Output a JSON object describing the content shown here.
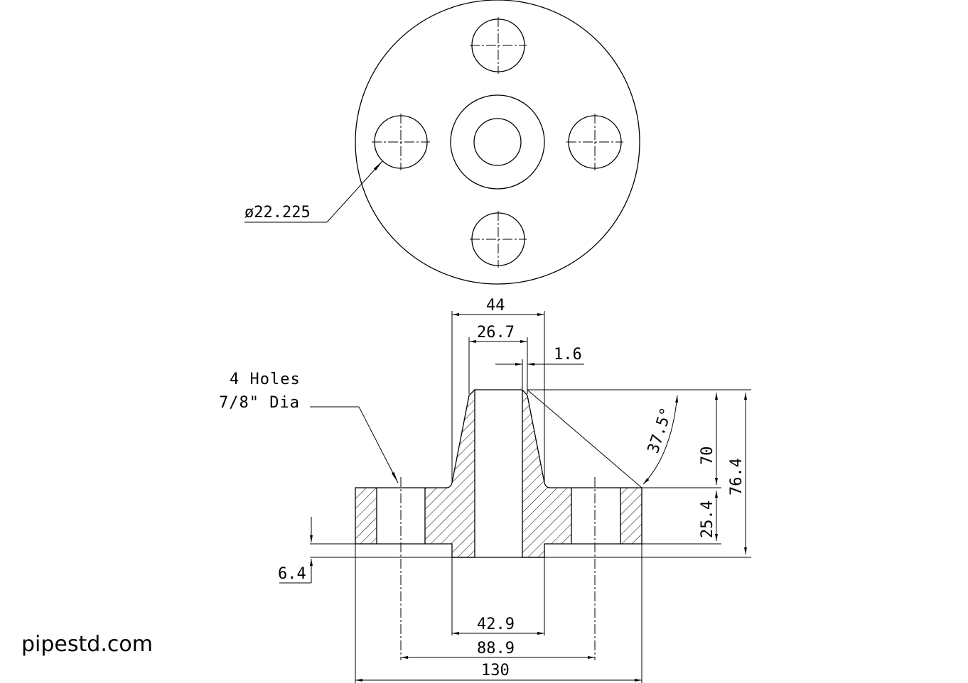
{
  "callouts": {
    "bolt_hole_diameter": "ø22.225",
    "holes_line1": "4 Holes",
    "holes_line2": "7/8\" Dia"
  },
  "dimensions": {
    "hub_top_width": "44",
    "bore_at_top": "26.7",
    "hub_wall_offset": "1.6",
    "cone_angle": "37.5°",
    "hub_height": "70",
    "total_height": "76.4",
    "flange_thickness": "25.4",
    "raised_face_height": "6.4",
    "raised_face_diameter": "42.9",
    "bolt_circle": "88.9",
    "outer_diameter": "130"
  },
  "watermark": "pipestd.com"
}
